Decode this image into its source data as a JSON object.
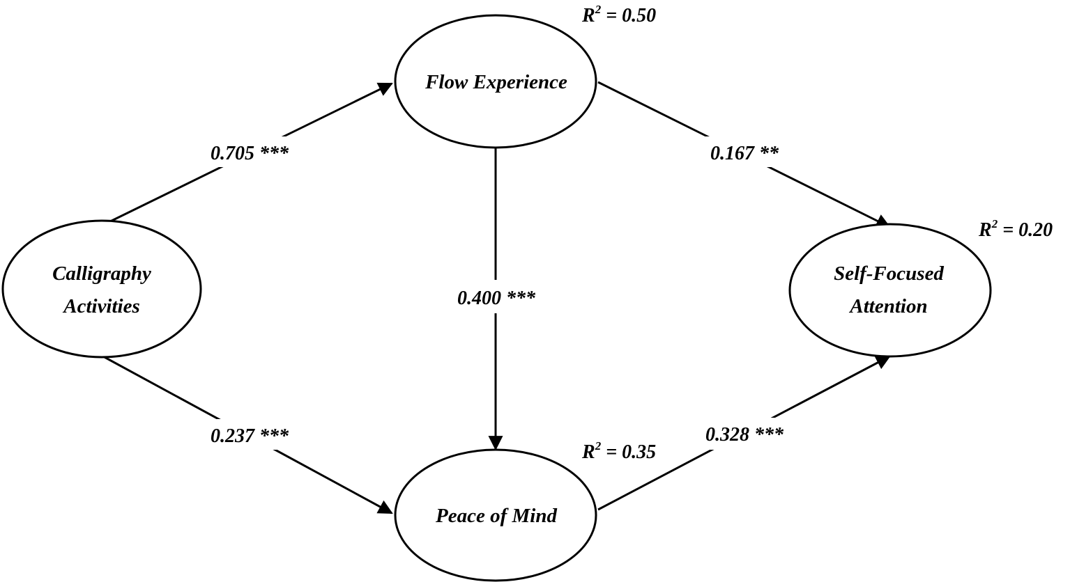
{
  "nodes": {
    "calligraphy": {
      "line1": "Calligraphy",
      "line2": "Activities"
    },
    "flow": {
      "label": "Flow Experience",
      "r2_prefix": "R",
      "r2_sup": "2",
      "r2_suffix": " = 0.50"
    },
    "peace": {
      "label": "Peace of Mind",
      "r2_prefix": "R",
      "r2_sup": "2",
      "r2_suffix": " = 0.35"
    },
    "self_focused": {
      "line1": "Self-Focused",
      "line2": "Attention",
      "r2_prefix": "R",
      "r2_sup": "2",
      "r2_suffix": " = 0.20"
    }
  },
  "paths": {
    "calligraphy_to_flow": "0.705 ***",
    "calligraphy_to_peace": "0.237 ***",
    "flow_to_peace": "0.400 ***",
    "flow_to_self": "0.167 **",
    "peace_to_self": "0.328 ***"
  },
  "colors": {
    "stroke": "#000000",
    "background": "#ffffff"
  }
}
